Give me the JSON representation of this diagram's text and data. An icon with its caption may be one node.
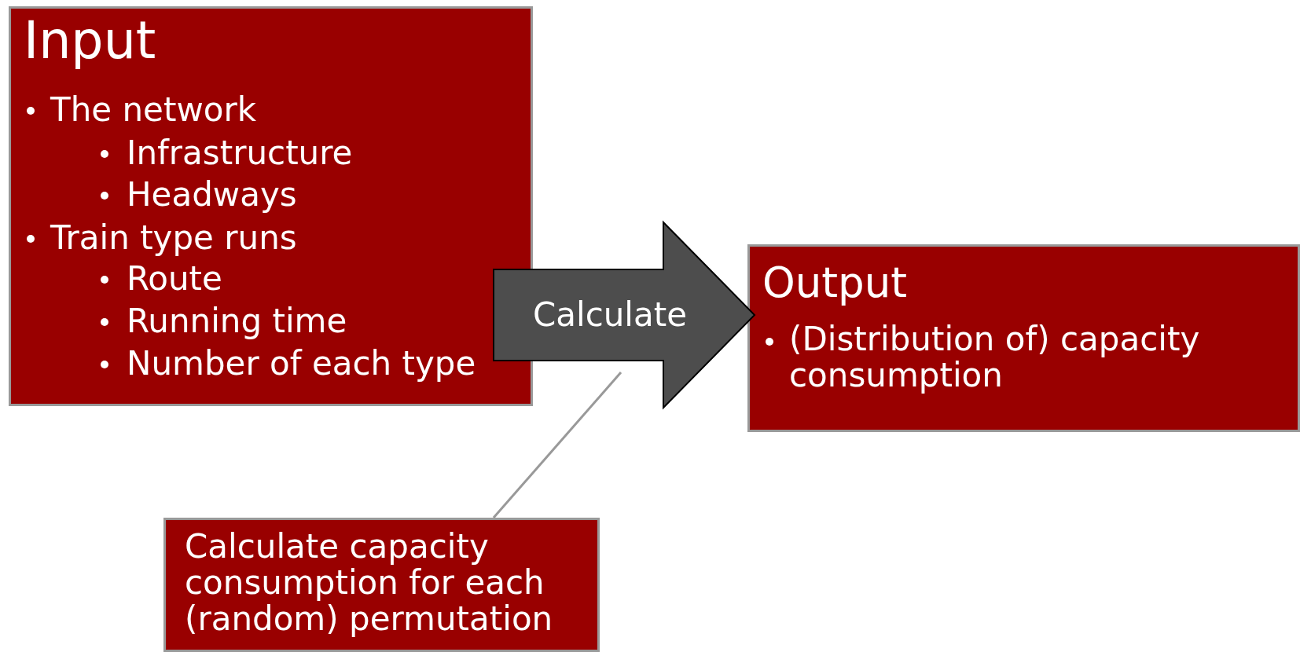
{
  "diagram": {
    "nodes": [
      {
        "text": [
          "Input",
          "The network",
          "Infrastructure",
          "Headways",
          "Train type runs",
          "Route",
          "Running time",
          "Number of each type"
        ]
      },
      {
        "text": [
          "Output",
          "(Distribution of) capacity consumption"
        ]
      },
      {
        "text": [
          "Calculate capacity consumption for each (random) permutation"
        ]
      }
    ],
    "edges": [
      {
        "from": 0,
        "to": 1,
        "arrow": "to",
        "label": "Calculate",
        "style": "thick",
        "color": "#4d4d4d"
      },
      {
        "from": 2,
        "to": null,
        "arrow": "none",
        "color": "#999999"
      }
    ]
  }
}
